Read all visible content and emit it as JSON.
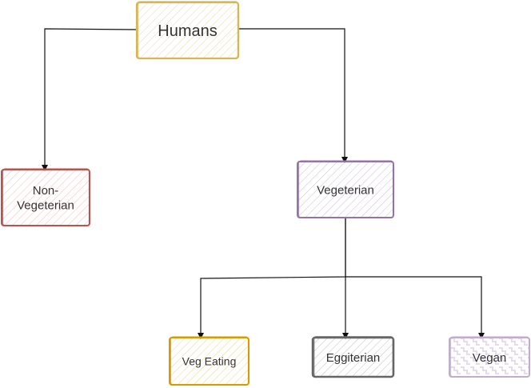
{
  "diagram": {
    "nodes": [
      {
        "id": "humans",
        "name": "node-humans",
        "lines": [
          "Humans"
        ],
        "stroke": "#d6b656",
        "fill": "#d6b656"
      },
      {
        "id": "nonveg",
        "name": "node-non-vegeterian",
        "lines": [
          "Non-",
          "Vegeterian"
        ],
        "stroke": "#b85450",
        "fill": "#f8cecc"
      },
      {
        "id": "veg",
        "name": "node-vegeterian",
        "lines": [
          "Vegeterian"
        ],
        "stroke": "#9673a6",
        "fill": "#e1d5e7"
      },
      {
        "id": "vegeating",
        "name": "node-veg-eating",
        "lines": [
          "Veg Eating"
        ],
        "stroke": "#d79b00",
        "fill": "#d6b656"
      },
      {
        "id": "eggiterian",
        "name": "node-eggiterian",
        "lines": [
          "Eggiterian"
        ],
        "stroke": "#666666",
        "fill": "#cccccc"
      },
      {
        "id": "vegan",
        "name": "node-vegan",
        "lines": [
          "Vegan"
        ],
        "stroke": "#c3abd0",
        "fill": "#e1d5e7"
      }
    ],
    "edges": [
      {
        "from": "humans",
        "to": "nonveg"
      },
      {
        "from": "humans",
        "to": "veg"
      },
      {
        "from": "veg",
        "to": "vegeating"
      },
      {
        "from": "veg",
        "to": "eggiterian"
      },
      {
        "from": "veg",
        "to": "vegan"
      }
    ]
  }
}
